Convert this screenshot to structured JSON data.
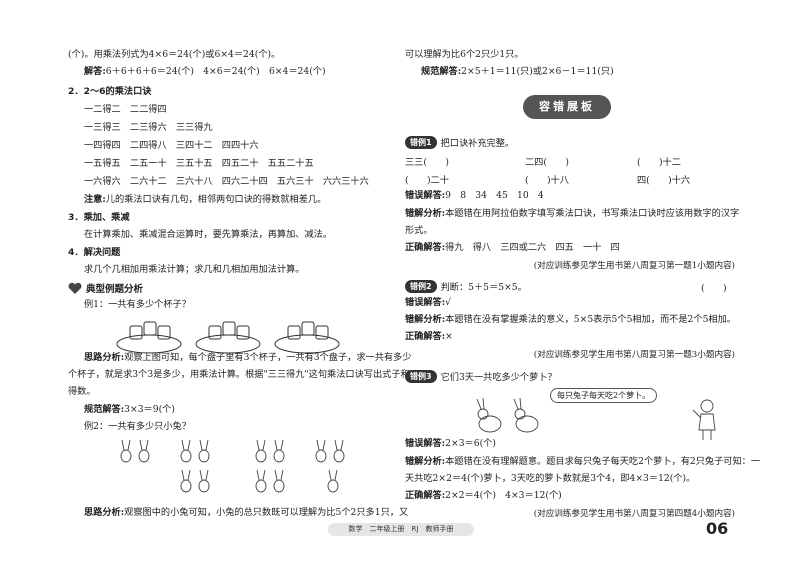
{
  "left": {
    "l1": "(个)。用乘法列式为4×6＝24(个)或6×4＝24(个)。",
    "l2_label": "解答:",
    "l2": "6＋6＋6＋6＝24(个)　4×6＝24(个)　6×4＝24(个)",
    "s2_title": "2．2～6的乘法口诀",
    "rows": [
      "一二得二　二二得四",
      "一三得三　二三得六　三三得九",
      "一四得四　二四得八　三四十二　四四十六",
      "一五得五　二五一十　三五十五　四五二十　五五二十五",
      "一六得六　二六十二　三六十八　四六二十四　五六三十　六六三十六"
    ],
    "note_label": "注意:",
    "note": "儿的乘法口诀有几句，相邻两句口诀的得数就相差几。",
    "s3_title": "3．乘加、乘减",
    "s3_text": "在计算乘加、乘减混合运算时，要先算乘法，再算加、减法。",
    "s4_title": "4．解决问题",
    "s4_text": "求几个几相加用乘法计算；求几和几相加用加法计算。",
    "typical_title": "典型例题分析",
    "ex1": "例1：一共有多少个杯子？",
    "ex1_think_label": "思路分析:",
    "ex1_think1": "观察上图可知，每个盘子里有3个杯子，一共有3个盘子，求一共有多少",
    "ex1_think2": "个杯子，就是求3个3是多少，用乘法计算。根据\"三三得九\"这句乘法口诀写出式子和",
    "ex1_think3": "得数。",
    "ex1_ans_label": "规范解答:",
    "ex1_ans": "3×3＝9(个)",
    "ex2": "例2：一共有多少只小兔？",
    "ex2_think_label": "思路分析:",
    "ex2_think": "观察图中的小兔可知，小兔的总只数既可以理解为比5个2只多1只，又"
  },
  "right": {
    "r1": "可以理解为比6个2只少1只。",
    "r2_label": "规范解答:",
    "r2": "2×5＋1＝11(只)或2×6－1＝11(只)",
    "banner": "容错展板",
    "err1_tag": "错例1",
    "err1_q": "把口诀补充完整。",
    "blank_row1": [
      "三三(　　)",
      "二四(　　)",
      "(　　)十二"
    ],
    "blank_row2": [
      "(　　)二十",
      "(　　)十八",
      "四(　　)十六"
    ],
    "err1_wrong_label": "错误解答:",
    "err1_wrong": "9　8　34　45　10　4",
    "err1_analysis_label": "错解分析:",
    "err1_analysis1": "本题错在用阿拉伯数字填写乘法口诀，书写乘法口诀时应该用数字的汉字",
    "err1_analysis2": "形式。",
    "err1_correct_label": "正确解答:",
    "err1_correct": "得九　得八　三四或二六　四五　一十　四",
    "err1_ref": "(对应训练参见学生用书第八周复习第一题1小题内容)",
    "err2_tag": "错例2",
    "err2_q": "判断：5＋5＝5×5。",
    "err2_paren": "(　　)",
    "err2_wrong_label": "错误解答:",
    "err2_wrong": "√",
    "err2_analysis_label": "错解分析:",
    "err2_analysis": "本题错在没有掌握乘法的意义，5×5表示5个5相加，而不是2个5相加。",
    "err2_correct_label": "正确解答:",
    "err2_correct": "×",
    "err2_ref": "(对应训练参见学生用书第八周复习第一题3小题内容)",
    "err3_tag": "错例3",
    "err3_q": "它们3天一共吃多少个萝卜？",
    "err3_speech": "每只兔子每天吃2个萝卜。",
    "err3_wrong_label": "错误解答:",
    "err3_wrong": "2×3＝6(个)",
    "err3_analysis_label": "错解分析:",
    "err3_analysis1": "本题错在没有理解题意。题目求每只兔子每天吃2个萝卜，有2只兔子可知：一",
    "err3_analysis2": "天共吃2×2＝4(个)萝卜，3天吃的萝卜数就是3个4，即4×3＝12(个)。",
    "err3_correct_label": "正确解答:",
    "err3_correct": "2×2＝4(个)　4×3＝12(个)",
    "err3_ref": "(对应训练参见学生用书第八周复习第四题4小题内容)"
  },
  "footer": {
    "subject": "数学　二年级上册　RJ　教师手册",
    "page_no": "06"
  }
}
